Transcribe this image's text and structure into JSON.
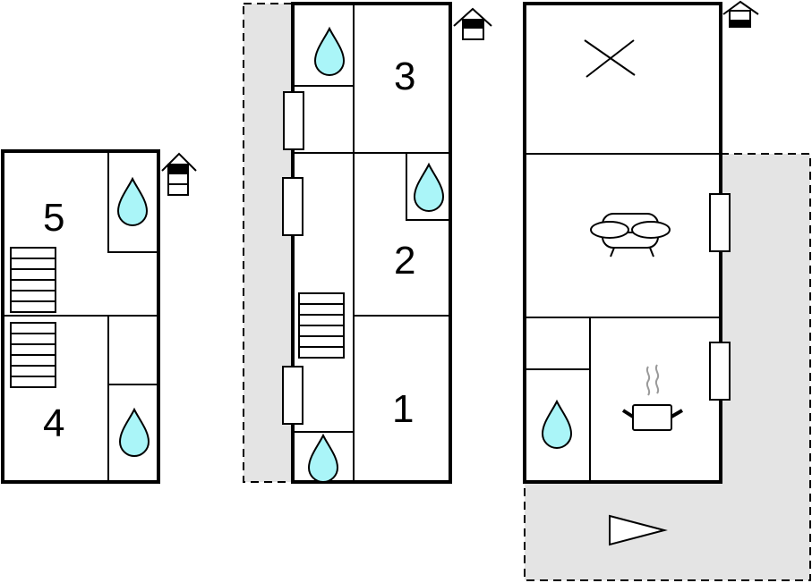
{
  "diagram": {
    "type": "floor-plan",
    "floors": [
      {
        "id": "floor-top",
        "floor_indicator": "top-level",
        "rooms": [
          {
            "label": "5",
            "type": "bedroom"
          },
          {
            "label": "4",
            "type": "bedroom"
          },
          {
            "label": "",
            "type": "bathroom"
          },
          {
            "label": "",
            "type": "bathroom"
          },
          {
            "label": "",
            "type": "storage"
          }
        ],
        "stairs": 2
      },
      {
        "id": "floor-middle",
        "floor_indicator": "middle-level",
        "rooms": [
          {
            "label": "3",
            "type": "bedroom"
          },
          {
            "label": "2",
            "type": "bedroom"
          },
          {
            "label": "1",
            "type": "bedroom"
          },
          {
            "label": "",
            "type": "bathroom"
          },
          {
            "label": "",
            "type": "bathroom"
          },
          {
            "label": "",
            "type": "bathroom"
          }
        ],
        "stairs": 1,
        "terrace": "left side"
      },
      {
        "id": "floor-ground",
        "floor_indicator": "ground-level",
        "rooms": [
          {
            "label": "",
            "type": "unused/void"
          },
          {
            "label": "",
            "type": "living-room"
          },
          {
            "label": "",
            "type": "kitchen"
          },
          {
            "label": "",
            "type": "bathroom"
          },
          {
            "label": "",
            "type": "storage"
          }
        ],
        "terrace": "right and bottom side",
        "entrance_marker": "triangle"
      }
    ],
    "labels": {
      "room1": "1",
      "room2": "2",
      "room3": "3",
      "room4": "4",
      "room5": "5"
    },
    "colors": {
      "wall": "#000000",
      "water": "#aaf5f8",
      "terrace": "#e4e4e4",
      "steam": "#9a9a9a"
    }
  }
}
